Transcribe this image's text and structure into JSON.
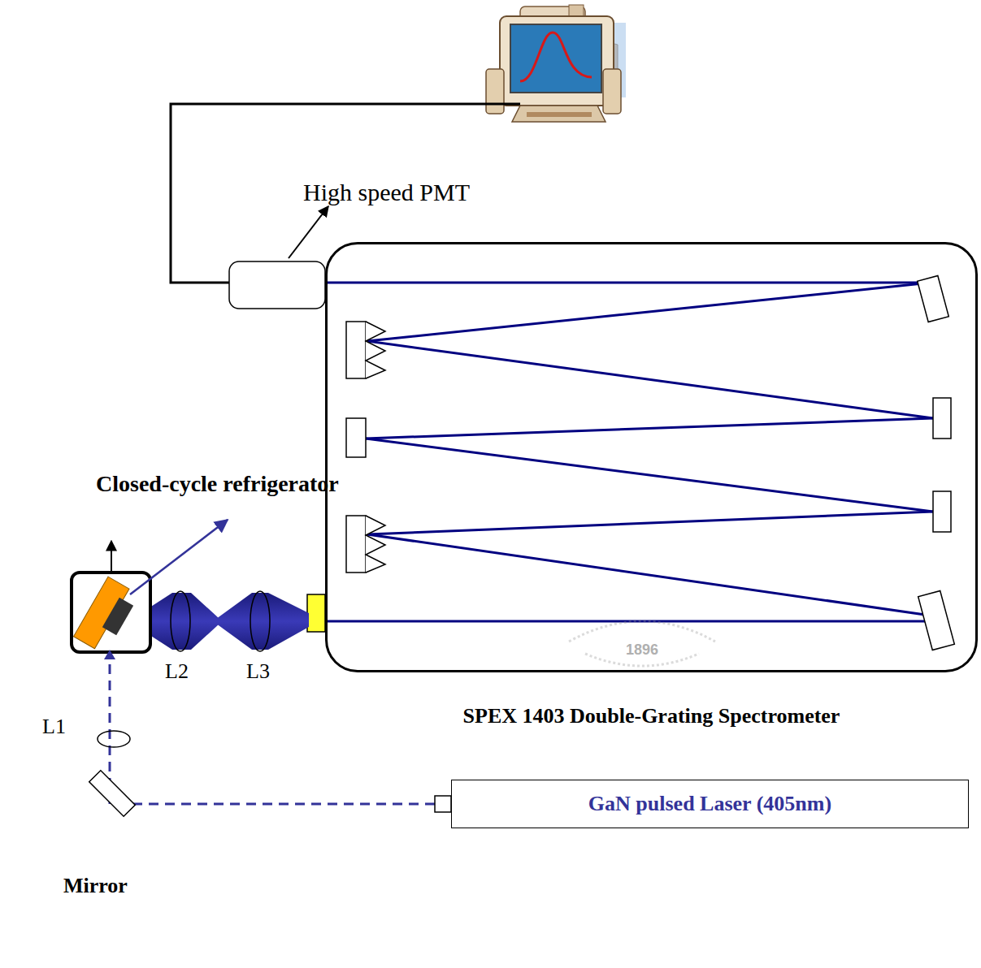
{
  "diagram": {
    "nodes": [
      {
        "text": [
          "GaN pulsed Laser (405nm)"
        ]
      },
      {
        "text": [
          "SPEX 1403 Double-Grating Spectrometer"
        ]
      }
    ],
    "labels": [
      "High speed PMT",
      "Closed-cycle refrigerator",
      "L1",
      "L2",
      "L3",
      "Mirror",
      "1896"
    ]
  }
}
